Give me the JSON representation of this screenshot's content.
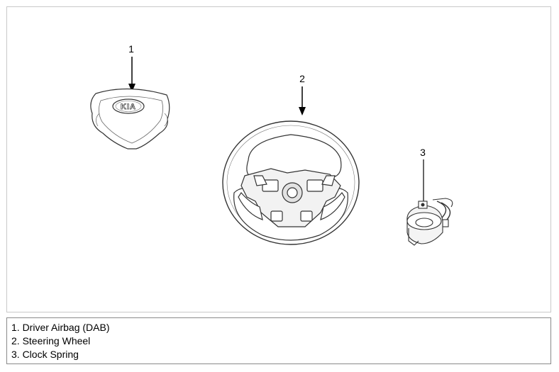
{
  "callouts": [
    "1",
    "2",
    "3"
  ],
  "airbag_logo": "KIA",
  "legend": [
    "1. Driver Airbag (DAB)",
    "2. Steering Wheel",
    "3. Clock Spring"
  ],
  "colors": {
    "frame_border": "#c9c9c9",
    "legend_border": "#8a8a8a",
    "line": "#333333"
  }
}
